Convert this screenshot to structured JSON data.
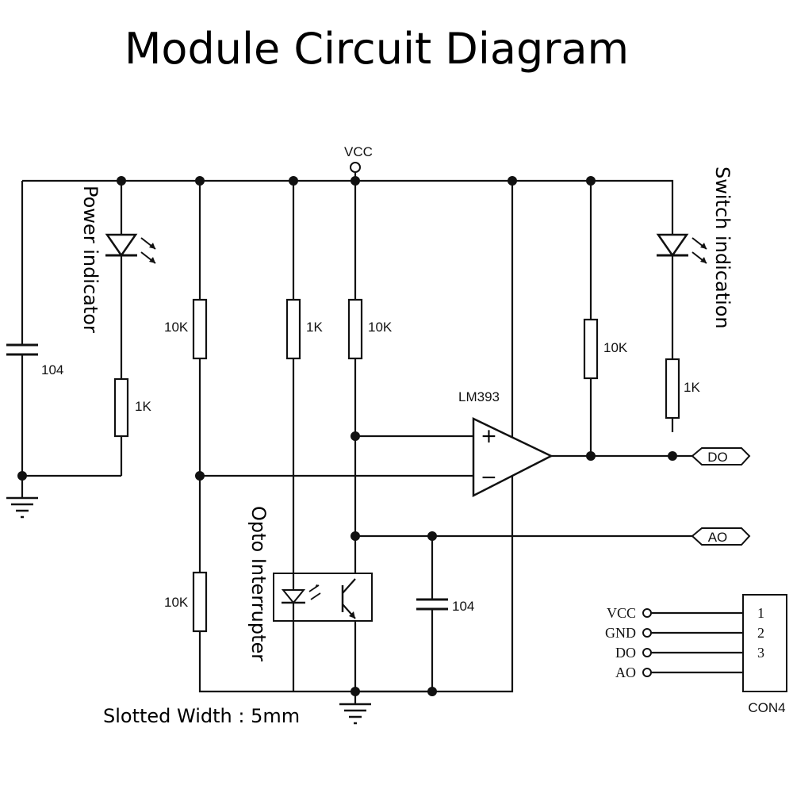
{
  "title": "Module Circuit Diagram",
  "supply_label": "VCC",
  "power_indicator_label": "Power indicator",
  "switch_indication_label": "Switch indication",
  "opto_interrupter_label": "Opto Interrupter",
  "slotted_width_label": "Slotted Width : 5mm",
  "comparator_label": "LM393",
  "comparator_plus": "+",
  "comparator_minus": "−",
  "components": {
    "c1_value": "104",
    "r_power_led": "1K",
    "r_divider_top": "10K",
    "r_opto_led": "1K",
    "r_pullup_plus": "10K",
    "r_output_pullup": "10K",
    "r_switch_led": "1K",
    "r_divider_bottom": "10K",
    "c2_value": "104"
  },
  "outputs": {
    "do_label": "DO",
    "ao_label": "AO"
  },
  "connector": {
    "name": "CON4",
    "pins": [
      {
        "signal": "VCC",
        "number": "1"
      },
      {
        "signal": "GND",
        "number": "2"
      },
      {
        "signal": "DO",
        "number": "3"
      },
      {
        "signal": "AO",
        "number": ""
      }
    ]
  }
}
